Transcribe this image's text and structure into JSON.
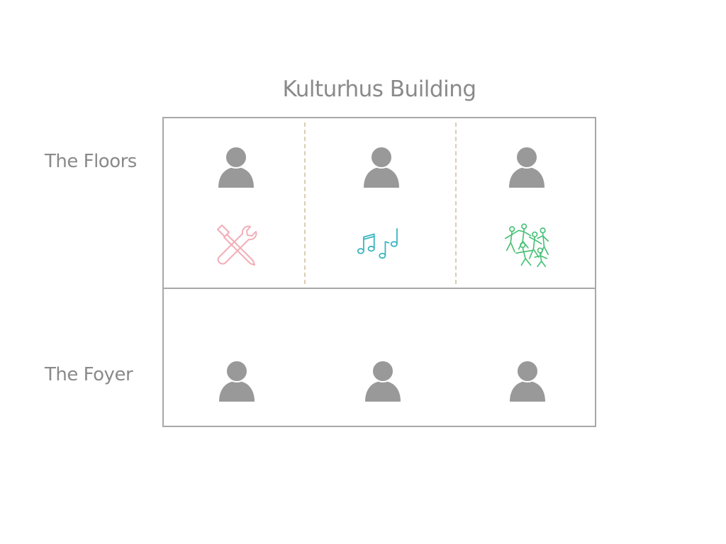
{
  "title": "Kulturhus Building",
  "rows": {
    "floors": {
      "label": "The Floors"
    },
    "foyer": {
      "label": "The Foyer"
    }
  },
  "floors_persons": [
    {
      "icon": "person-icon"
    },
    {
      "icon": "person-icon"
    },
    {
      "icon": "person-icon"
    }
  ],
  "activities": [
    {
      "icon": "tools-icon",
      "color": "#f2aeb8"
    },
    {
      "icon": "music-notes-icon",
      "color": "#3bb6bf"
    },
    {
      "icon": "dancing-people-icon",
      "color": "#4cc27a"
    }
  ],
  "foyer_persons": [
    {
      "icon": "person-icon"
    },
    {
      "icon": "person-icon"
    },
    {
      "icon": "person-icon"
    }
  ],
  "colors": {
    "person": "#999999",
    "border": "#a8a8a8",
    "divider": "#d9ceb4",
    "text": "#8a8a8a"
  }
}
